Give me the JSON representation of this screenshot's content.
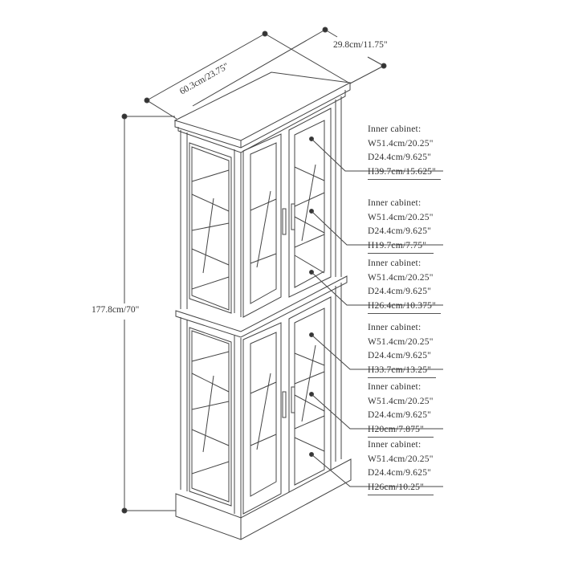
{
  "diagram": {
    "type": "product-dimension-drawing",
    "subject": "Tall curio display cabinet with glass doors",
    "overall": {
      "width": "60.3cm/23.75\"",
      "depth": "29.8cm/11.75\"",
      "height": "177.8cm/70\""
    },
    "inner_cabinets": [
      {
        "title": "Inner cabinet:",
        "w": "W51.4cm/20.25\"",
        "d": "D24.4cm/9.625\"",
        "h": "H39.7cm/15.625\""
      },
      {
        "title": "Inner cabinet:",
        "w": "W51.4cm/20.25\"",
        "d": "D24.4cm/9.625\"",
        "h": "H19.7cm/7.75\""
      },
      {
        "title": "Inner cabinet:",
        "w": "W51.4cm/20.25\"",
        "d": "D24.4cm/9.625\"",
        "h": "H26.4cm/10.375\""
      },
      {
        "title": "Inner cabinet:",
        "w": "W51.4cm/20.25\"",
        "d": "D24.4cm/9.625\"",
        "h": "H33.7cm/13.25\""
      },
      {
        "title": "Inner cabinet:",
        "w": "W51.4cm/20.25\"",
        "d": "D24.4cm/9.625\"",
        "h": "H20cm/7.875\""
      },
      {
        "title": "Inner cabinet:",
        "w": "W51.4cm/20.25\"",
        "d": "D24.4cm/9.625\"",
        "h": "H26cm/10.25\""
      }
    ],
    "colors": {
      "line": "#444444",
      "background": "#ffffff"
    }
  }
}
